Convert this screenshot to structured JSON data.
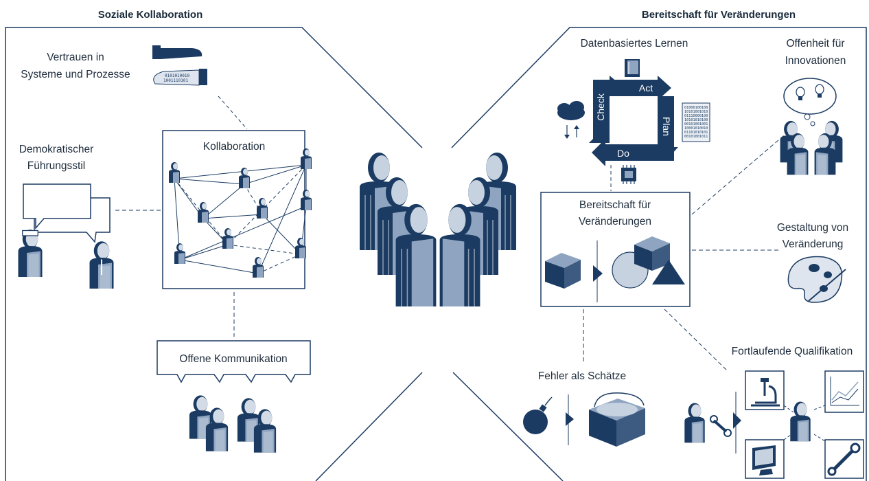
{
  "colors": {
    "navy": "#1b3b62",
    "light": "#d3dbe6",
    "mid": "#8ea4c0",
    "line": "#1b3b62"
  },
  "left_title": "Soziale Kollaboration",
  "right_title": "Bereitschaft für Veränderungen",
  "left": {
    "trust": [
      "Vertrauen in",
      "Systeme und Prozesse"
    ],
    "leadership": [
      "Demokratischer",
      "Führungsstil"
    ],
    "collab_box": "Kollaboration",
    "communication": "Offene Kommunikation"
  },
  "right": {
    "data_learning": "Datenbasiertes Lernen",
    "pdca": {
      "act": "Act",
      "plan": "Plan",
      "do": "Do",
      "check": "Check"
    },
    "openness": [
      "Offenheit für",
      "Innovationen"
    ],
    "readiness_box": [
      "Bereitschaft für",
      "Veränderungen"
    ],
    "shaping": [
      "Gestaltung von",
      "Veränderung"
    ],
    "errors": "Fehler als Schätze",
    "qualification": "Fortlaufende Qualifikation"
  },
  "icons": [
    "handshake-icon",
    "speech-bubble-icon",
    "person-icon",
    "book-icon",
    "cloud-icon",
    "binary-document-icon",
    "chip-icon",
    "lightbulb-icon",
    "palette-icon",
    "bomb-icon",
    "treasure-chest-icon",
    "microscope-icon",
    "chart-icon",
    "monitor-icon",
    "wrench-icon",
    "cube-icon",
    "sphere-icon",
    "pyramid-icon",
    "arrow-icon"
  ]
}
